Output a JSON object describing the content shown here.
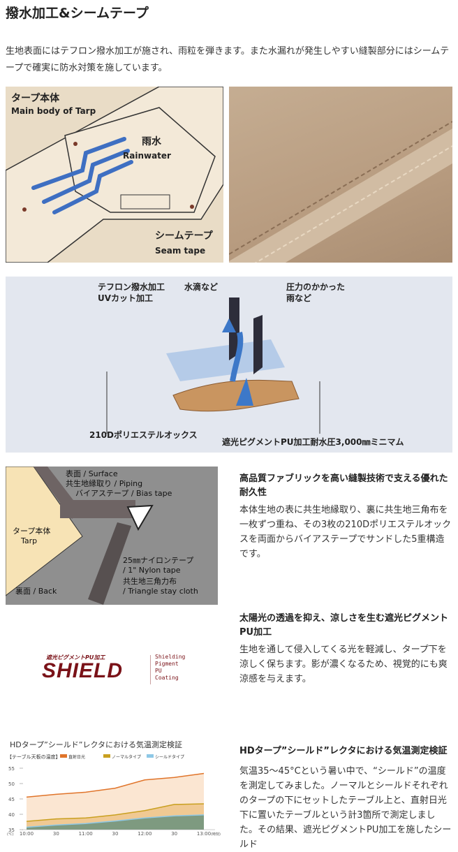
{
  "title": "撥水加工&シームテープ",
  "intro": "生地表面にはテフロン撥水加工が施され、雨粒を弾きます。また水漏れが発生しやすい縫製部分にはシームテープで確実に防水対策を施しています。",
  "fig1": {
    "tarp_jp": "タープ本体",
    "tarp_en": "Main body of Tarp",
    "rain_jp": "雨水",
    "rain_en": "Rainwater",
    "seam_jp": "シームテープ",
    "seam_en": "Seam tape"
  },
  "fig2": {
    "teflon": "テフロン撥水加工",
    "uv": "UVカット加工",
    "drops": "水滴など",
    "pressure1": "圧力のかかった",
    "pressure2": "雨など",
    "fabric": "210Dポリエステルオックス",
    "pu": "遮光ピグメントPU加工耐水圧3,000㎜ミニマム"
  },
  "fig3": {
    "surface": "表面 / Surface",
    "piping": "共生地縁取り / Piping",
    "bias": "バイアステープ / Bias tape",
    "tarp_jp": "タープ本体",
    "tarp_en": "Tarp",
    "nylon1": "25㎜ナイロンテープ",
    "nylon2": "/ 1\" Nylon tape",
    "stay1": "共生地三角力布",
    "stay2": "/ Triangle stay cloth",
    "back": "裏面 / Back"
  },
  "sec1": {
    "title": "高品質ファブリックを高い縫製技術で支える優れた耐久性",
    "body": "本体生地の表に共生地縁取り、裏に共生地三角布を一枚ずつ重ね、その3枚の210Dポリエステルオックスを両面からバイアステープでサンドした5重構造です。"
  },
  "logo": {
    "sub": "遮光ピグメントPU加工",
    "main": "SHIELD",
    "side": [
      "Shielding",
      "Pigment",
      "PU",
      "Coating"
    ]
  },
  "sec2": {
    "title": "太陽光の透過を抑え、涼しさを生む遮光ピグメントPU加工",
    "body": "生地を通して侵入してくる光を軽減し、タープ下を涼しく保ちます。影が濃くなるため、視覚的にも爽涼感を与えます。"
  },
  "sec3": {
    "title": "HDタープ”シールド”レクタにおける気温測定検証",
    "body": "気温35〜45°Cという暑い中で、“シールド”の温度を測定してみました。ノーマルとシールドそれぞれのタープの下にセットしたテーブル上と、直射日光下に置いたテーブルという計3箇所で測定しました。その結果、遮光ピグメントPU加工を施したシールド"
  },
  "chart_data": {
    "type": "area",
    "title": "HDタープ”シールド”レクタにおける気温測定検証",
    "subtitle": "【テーブル天板の温度】",
    "xlabel": "(時刻)",
    "ylabel": "(℃)",
    "categories": [
      "10:00",
      "30",
      "11:00",
      "30",
      "12:00",
      "30",
      "13:00"
    ],
    "ylim": [
      35,
      55
    ],
    "yticks": [
      35,
      40,
      45,
      50,
      55
    ],
    "series": [
      {
        "name": "直射日光",
        "color": "#e0742a",
        "fill": "#fbe6d2",
        "values": [
          45.6,
          46.5,
          47.2,
          48.5,
          51.2,
          52.0,
          53.3
        ]
      },
      {
        "name": "ノーマルタイプ",
        "color": "#c9a020",
        "fill": "#f0c993",
        "values": [
          37.7,
          38.5,
          38.8,
          39.8,
          41.2,
          43.2,
          43.4
        ]
      },
      {
        "name": "シールドタイプ",
        "color": "#8ec8e6",
        "fill": "#7e9a80",
        "values": [
          35.8,
          36.5,
          37.0,
          37.8,
          38.8,
          39.5,
          39.8
        ]
      }
    ]
  }
}
